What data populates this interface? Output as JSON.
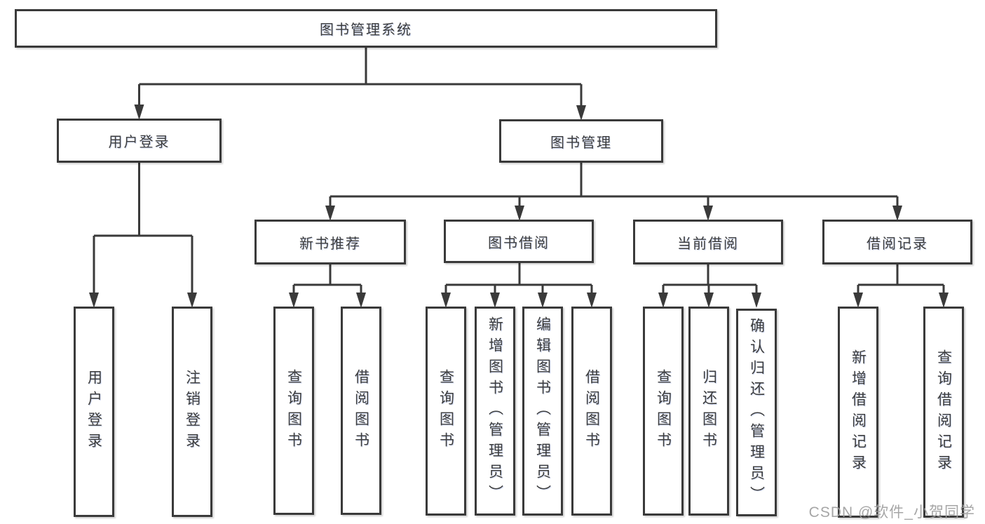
{
  "tree": {
    "root": {
      "label": "图书管理系统"
    },
    "branches": [
      {
        "label": "用户登录",
        "children": [
          "用户登录",
          "注销登录"
        ]
      },
      {
        "label": "图书管理",
        "children": [
          {
            "label": "新书推荐",
            "children": [
              "查询图书",
              "借阅图书"
            ]
          },
          {
            "label": "图书借阅",
            "children": [
              "查询图书",
              "新增图书（管理员）",
              "编辑图书（管理员）",
              "借阅图书"
            ]
          },
          {
            "label": "当前借阅",
            "children": [
              "查询图书",
              "归还图书",
              "确认归还（管理员）"
            ]
          },
          {
            "label": "借阅记录",
            "children": [
              "新增借阅记录",
              "查询借阅记录"
            ]
          }
        ]
      }
    ]
  },
  "watermark": "CSDN @软件_小贺同学",
  "colors": {
    "line": "#3a3a3a",
    "text": "#3d3d3d",
    "box_fill": "#ffffff",
    "watermark": "#9e9e9e"
  }
}
